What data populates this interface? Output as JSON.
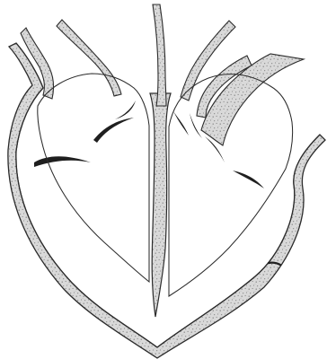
{
  "diagram": {
    "subject": "heart-cross-section-outline",
    "labels": [],
    "colors": {
      "background": "#ffffff",
      "outline": "#2b2b2b",
      "wall_fill": "#d9d9d9",
      "stipple": "#6f6f6f",
      "valve": "#1f1f1f"
    },
    "parts": {
      "heart_wall": "heart-wall-outline",
      "septum": "septum-wall",
      "vessels": [
        "left-vessel-trunk",
        "upper-left-vessel-trunk",
        "central-vessel-trunk",
        "right-vessel-trunk",
        "far-right-vessel-trunk"
      ],
      "valves": [
        "left-atrioventricular-valve",
        "left-semilunar-valve",
        "central-left-semilunar-valve",
        "central-right-semilunar-valve",
        "right-semilunar-valve",
        "right-atrioventricular-valve"
      ],
      "stray_mark": "stray-ink-mark"
    }
  }
}
